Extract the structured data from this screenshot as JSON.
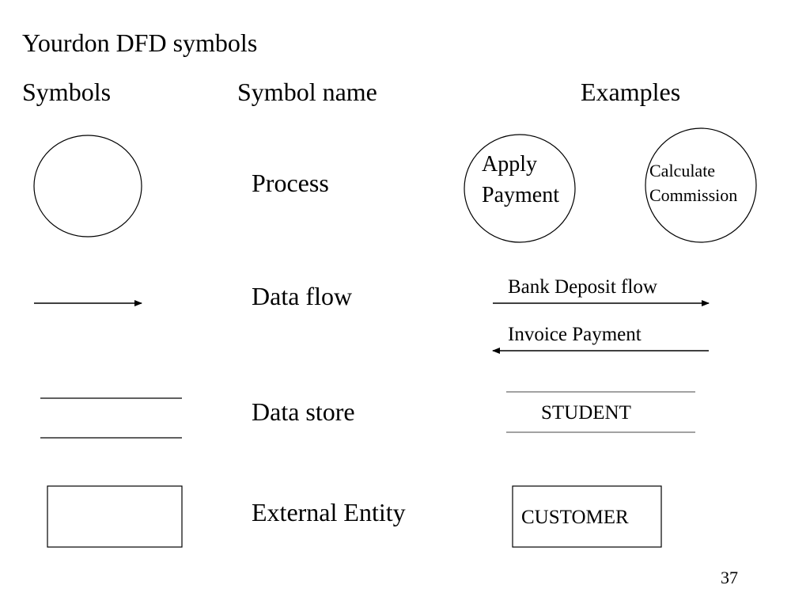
{
  "slide": {
    "title": "Yourdon DFD symbols",
    "page_number": "37"
  },
  "headers": {
    "symbols": "Symbols",
    "symbol_name": "Symbol name",
    "examples": "Examples"
  },
  "rows": {
    "process": {
      "name": "Process",
      "example1_line1": "Apply",
      "example1_line2": "Payment",
      "example2_line1": "Calculate",
      "example2_line2": "Commission"
    },
    "data_flow": {
      "name": "Data flow",
      "example1": "Bank Deposit flow",
      "example2": "Invoice Payment"
    },
    "data_store": {
      "name": "Data store",
      "example": "STUDENT"
    },
    "external_entity": {
      "name": "External Entity",
      "example": "CUSTOMER"
    }
  }
}
